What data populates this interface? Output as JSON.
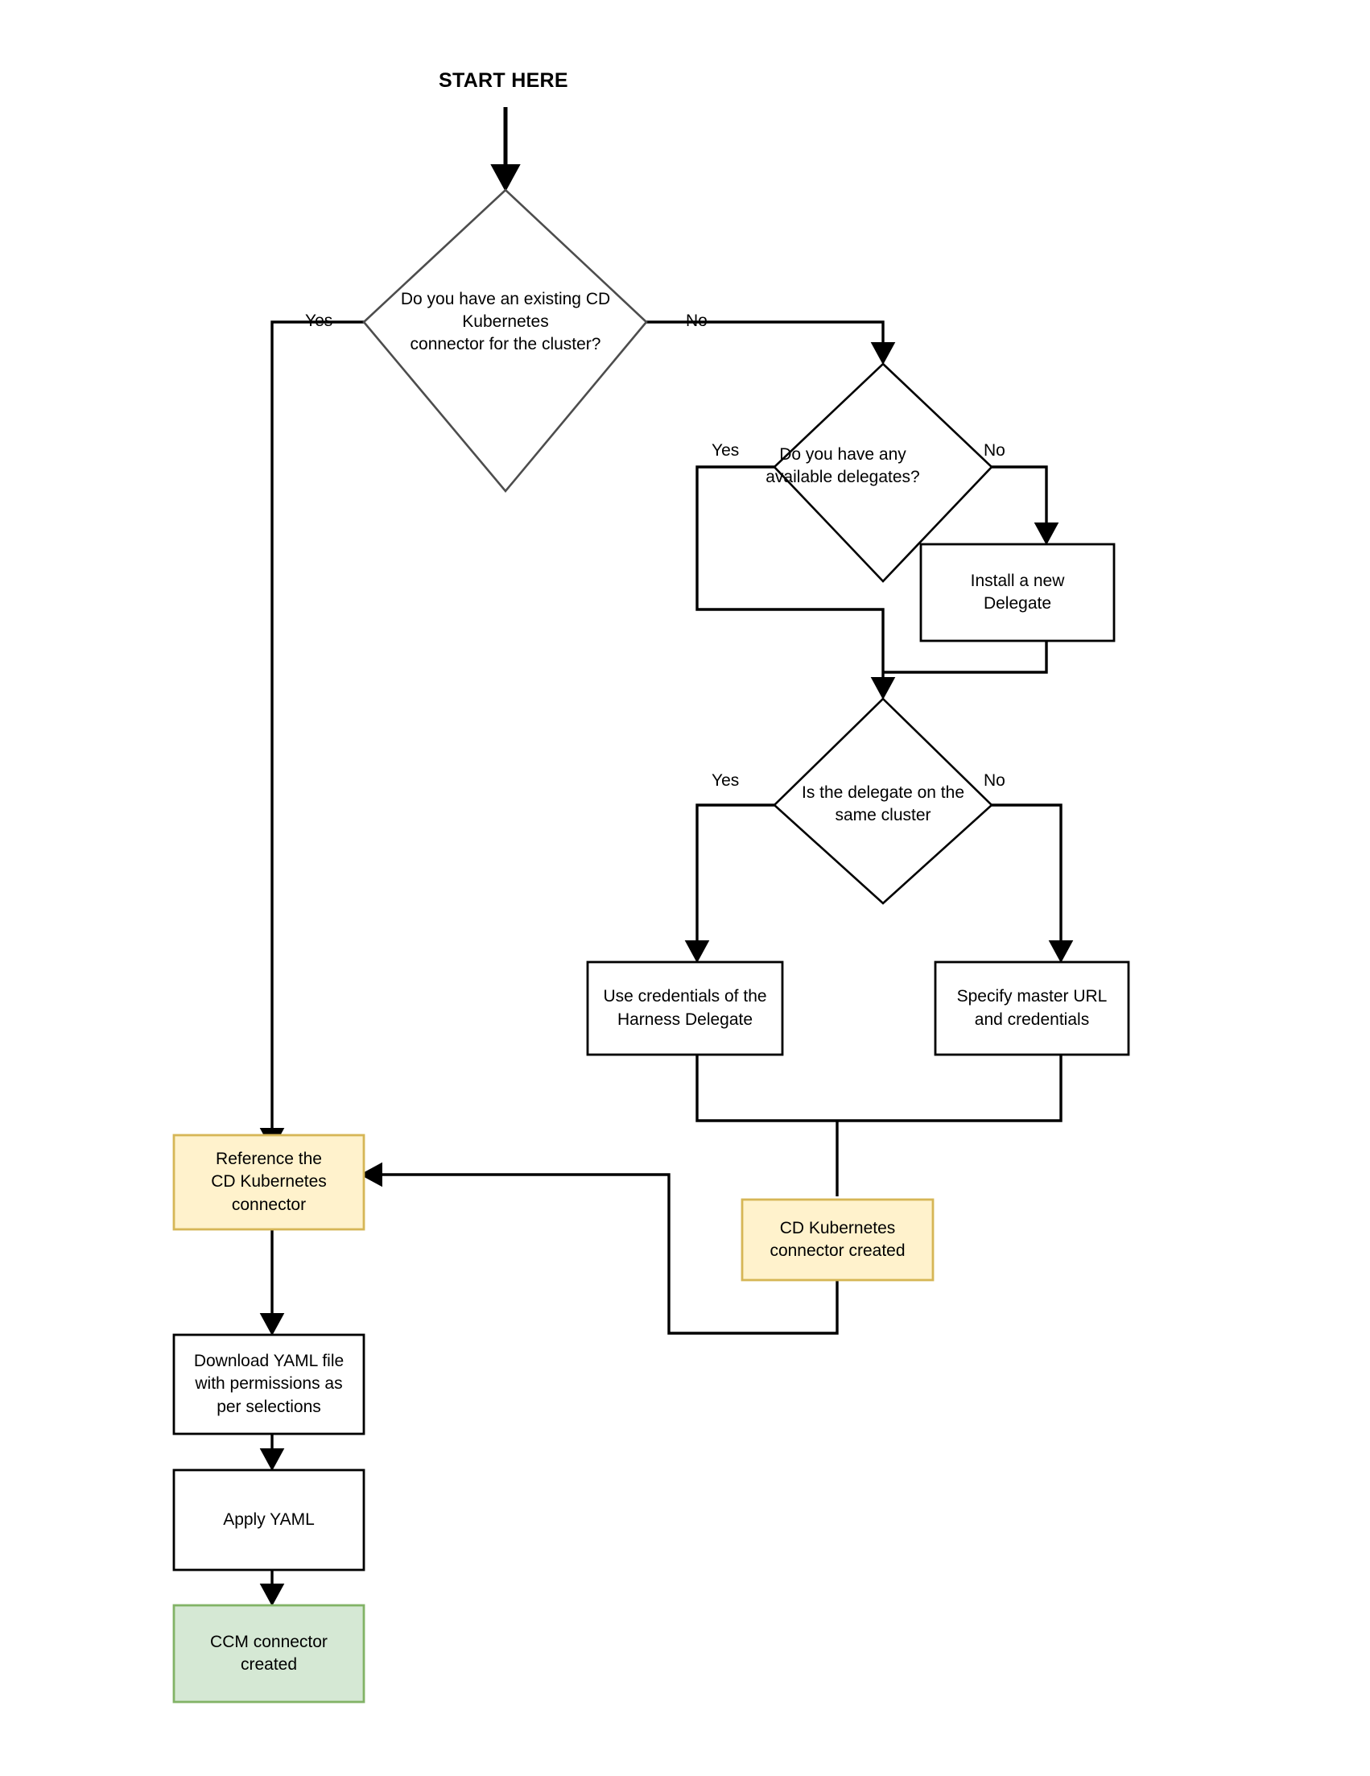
{
  "diagram": {
    "title_text": "START HERE",
    "colors": {
      "process_fill": "#ffffff",
      "process_stroke": "#000000",
      "decision_fill": "#ffffff",
      "decision_stroke": "#000000",
      "highlight_fill": "#fff2cc",
      "highlight_stroke": "#d6b656",
      "success_fill": "#d5e8d4",
      "success_stroke": "#82b366",
      "edge_stroke": "#000000",
      "background": "#ffffff"
    },
    "nodes": [
      {
        "id": "start",
        "type": "start-label",
        "label": "START HERE"
      },
      {
        "id": "q-existing-connector",
        "type": "decision",
        "label": "Do you have an existing CD\nKubernetes\nconnector for the cluster?"
      },
      {
        "id": "q-available-delegates",
        "type": "decision",
        "label": "Do you have any\navailable delegates?"
      },
      {
        "id": "install-delegate",
        "type": "process",
        "label": "Install a new\nDelegate"
      },
      {
        "id": "q-delegate-same-cluster",
        "type": "decision",
        "label": "Is the delegate on the\nsame cluster"
      },
      {
        "id": "use-harness-credentials",
        "type": "process",
        "label": "Use credentials of the\nHarness Delegate"
      },
      {
        "id": "specify-master-url",
        "type": "process",
        "label": "Specify master URL\nand credentials"
      },
      {
        "id": "reference-cd-connector",
        "type": "highlight",
        "label": "Reference the\nCD Kubernetes\nconnector"
      },
      {
        "id": "cd-connector-created",
        "type": "highlight",
        "label": "CD Kubernetes\nconnector created"
      },
      {
        "id": "download-yaml",
        "type": "process",
        "label": "Download YAML file\nwith permissions as\nper selections"
      },
      {
        "id": "apply-yaml",
        "type": "process",
        "label": "Apply YAML"
      },
      {
        "id": "ccm-connector-created",
        "type": "success",
        "label": "CCM connector\ncreated"
      }
    ],
    "edge_labels": {
      "q1_yes": "Yes",
      "q1_no": "No",
      "q2_yes": "Yes",
      "q2_no": "No",
      "q3_yes": "Yes",
      "q3_no": "No"
    },
    "edges": [
      {
        "from": "start",
        "to": "q-existing-connector",
        "label": ""
      },
      {
        "from": "q-existing-connector",
        "to": "reference-cd-connector",
        "label": "Yes"
      },
      {
        "from": "q-existing-connector",
        "to": "q-available-delegates",
        "label": "No"
      },
      {
        "from": "q-available-delegates",
        "to": "q-delegate-same-cluster",
        "label": "Yes"
      },
      {
        "from": "q-available-delegates",
        "to": "install-delegate",
        "label": "No"
      },
      {
        "from": "install-delegate",
        "to": "q-delegate-same-cluster",
        "label": ""
      },
      {
        "from": "q-delegate-same-cluster",
        "to": "use-harness-credentials",
        "label": "Yes"
      },
      {
        "from": "q-delegate-same-cluster",
        "to": "specify-master-url",
        "label": "No"
      },
      {
        "from": "use-harness-credentials",
        "to": "cd-connector-created",
        "label": ""
      },
      {
        "from": "specify-master-url",
        "to": "cd-connector-created",
        "label": ""
      },
      {
        "from": "cd-connector-created",
        "to": "reference-cd-connector",
        "label": ""
      },
      {
        "from": "reference-cd-connector",
        "to": "download-yaml",
        "label": ""
      },
      {
        "from": "download-yaml",
        "to": "apply-yaml",
        "label": ""
      },
      {
        "from": "apply-yaml",
        "to": "ccm-connector-created",
        "label": ""
      }
    ]
  }
}
